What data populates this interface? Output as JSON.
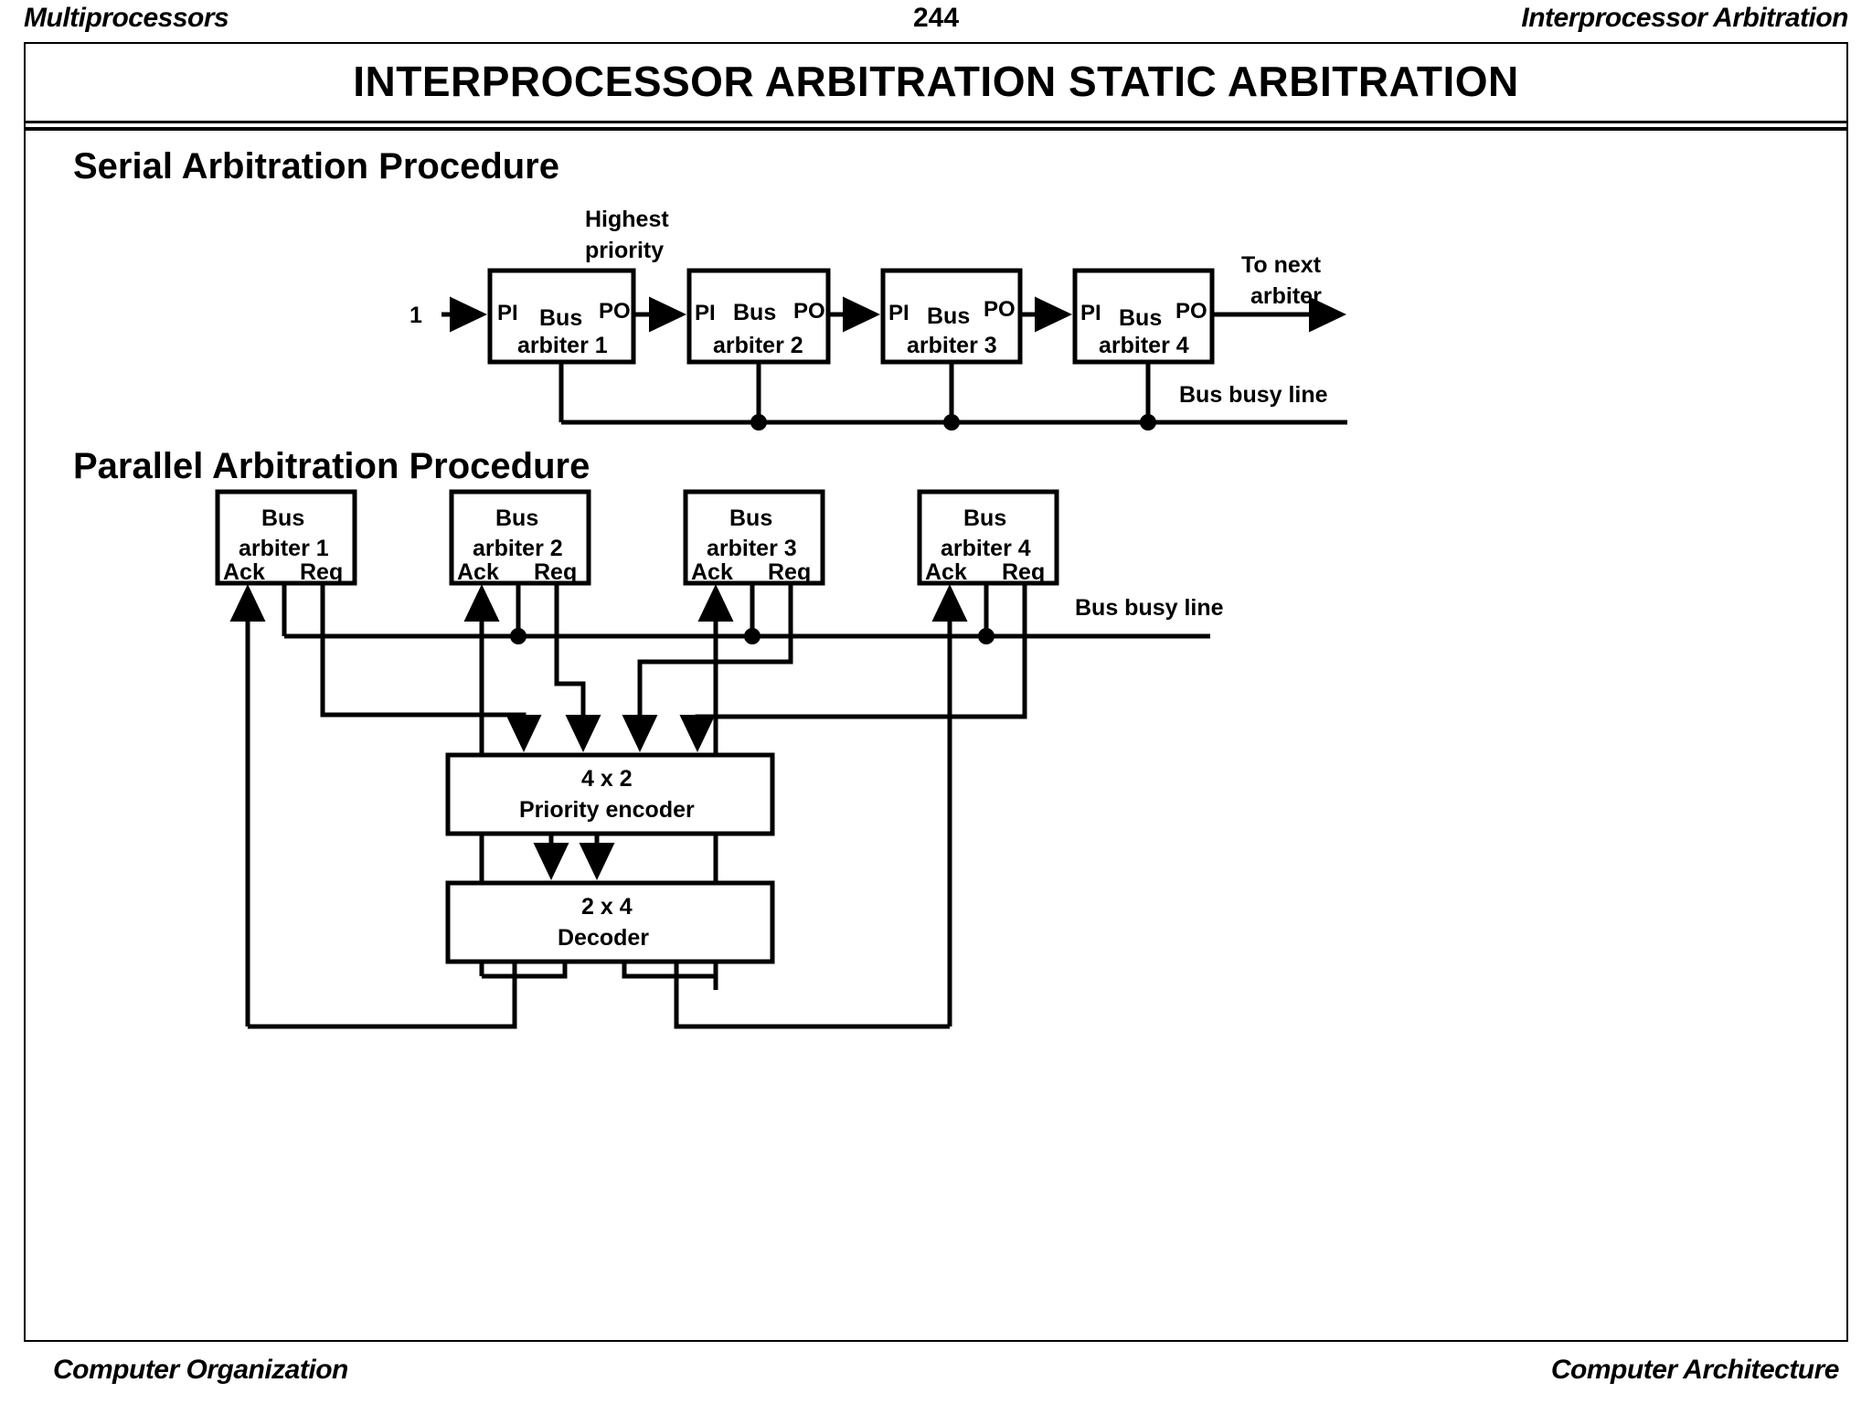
{
  "runhead": {
    "left": "Multiprocessors",
    "page_number": "244",
    "right": "Interprocessor Arbitration"
  },
  "slide": {
    "title": "INTERPROCESSOR  ARBITRATION STATIC  ARBITRATION"
  },
  "sections": {
    "serial_heading": "Serial Arbitration Procedure",
    "parallel_heading": "Parallel Arbitration Procedure"
  },
  "serial": {
    "input_label": "1",
    "highest_priority_line1": "Highest",
    "highest_priority_line2": "priority",
    "to_next_line1": "To next",
    "to_next_line2": "arbiter",
    "bus_busy_label": "Bus busy line",
    "port_in": "PI",
    "port_out": "PO",
    "boxes": [
      {
        "line1": "Bus",
        "line2": "arbiter 1",
        "pi": "PI",
        "po": "PO"
      },
      {
        "line1": "Bus",
        "line2": "arbiter 2",
        "pi": "PI",
        "po": "PO"
      },
      {
        "line1": "Bus",
        "line2": "arbiter 3",
        "pi": "PI",
        "po": "PO"
      },
      {
        "line1": "Bus",
        "line2": "arbiter 4",
        "pi": "PI",
        "po": "PO"
      }
    ]
  },
  "parallel": {
    "bus_busy_label": "Bus busy line",
    "ack_label": "Ack",
    "req_label": "Req",
    "boxes": [
      {
        "line1": "Bus",
        "line2": "arbiter 1",
        "ack": "Ack",
        "req": "Req"
      },
      {
        "line1": "Bus",
        "line2": "arbiter 2",
        "ack": "Ack",
        "req": "Req"
      },
      {
        "line1": "Bus",
        "line2": "arbiter 3",
        "ack": "Ack",
        "req": "Req"
      },
      {
        "line1": "Bus",
        "line2": "arbiter 4",
        "ack": "Ack",
        "req": "Req"
      }
    ],
    "encoder": {
      "line1": "4 x 2",
      "line2": "Priority encoder"
    },
    "decoder": {
      "line1": "2 x 4",
      "line2": "Decoder"
    }
  },
  "footer": {
    "left": "Computer Organization",
    "right": "Computer Architecture"
  },
  "colors": {
    "ink": "#000000",
    "paper": "#ffffff"
  }
}
